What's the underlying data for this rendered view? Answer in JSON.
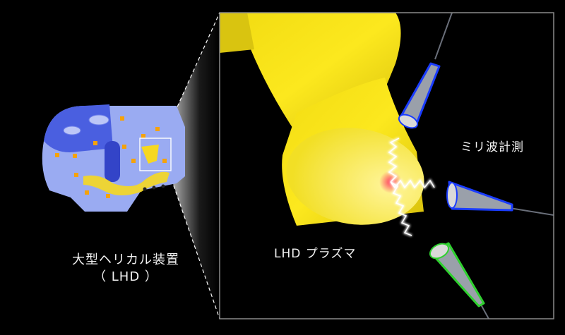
{
  "labels": {
    "device_line1": "大型ヘリカル装置",
    "device_line2": "（ LHD ）",
    "plasma": "LHD プラズマ",
    "millimeter_wave": "ミリ波計測"
  },
  "colors": {
    "background": "#000000",
    "plasma_yellow": "#f7e21a",
    "plasma_face": "#fbee55",
    "device_blue": "#8c9ff0",
    "device_dark_blue": "#4a5fe0",
    "accent_orange": "#f5a20a",
    "antenna_outline_blue": "#1a3cff",
    "antenna_outline_green": "#2fd12f",
    "frame_gray": "#8a8a8a",
    "hotspot_red": "#ff3b5c"
  },
  "antennas": [
    {
      "name": "upper-antenna",
      "outline": "blue"
    },
    {
      "name": "middle-antenna",
      "outline": "blue"
    },
    {
      "name": "lower-antenna",
      "outline": "green"
    }
  ]
}
